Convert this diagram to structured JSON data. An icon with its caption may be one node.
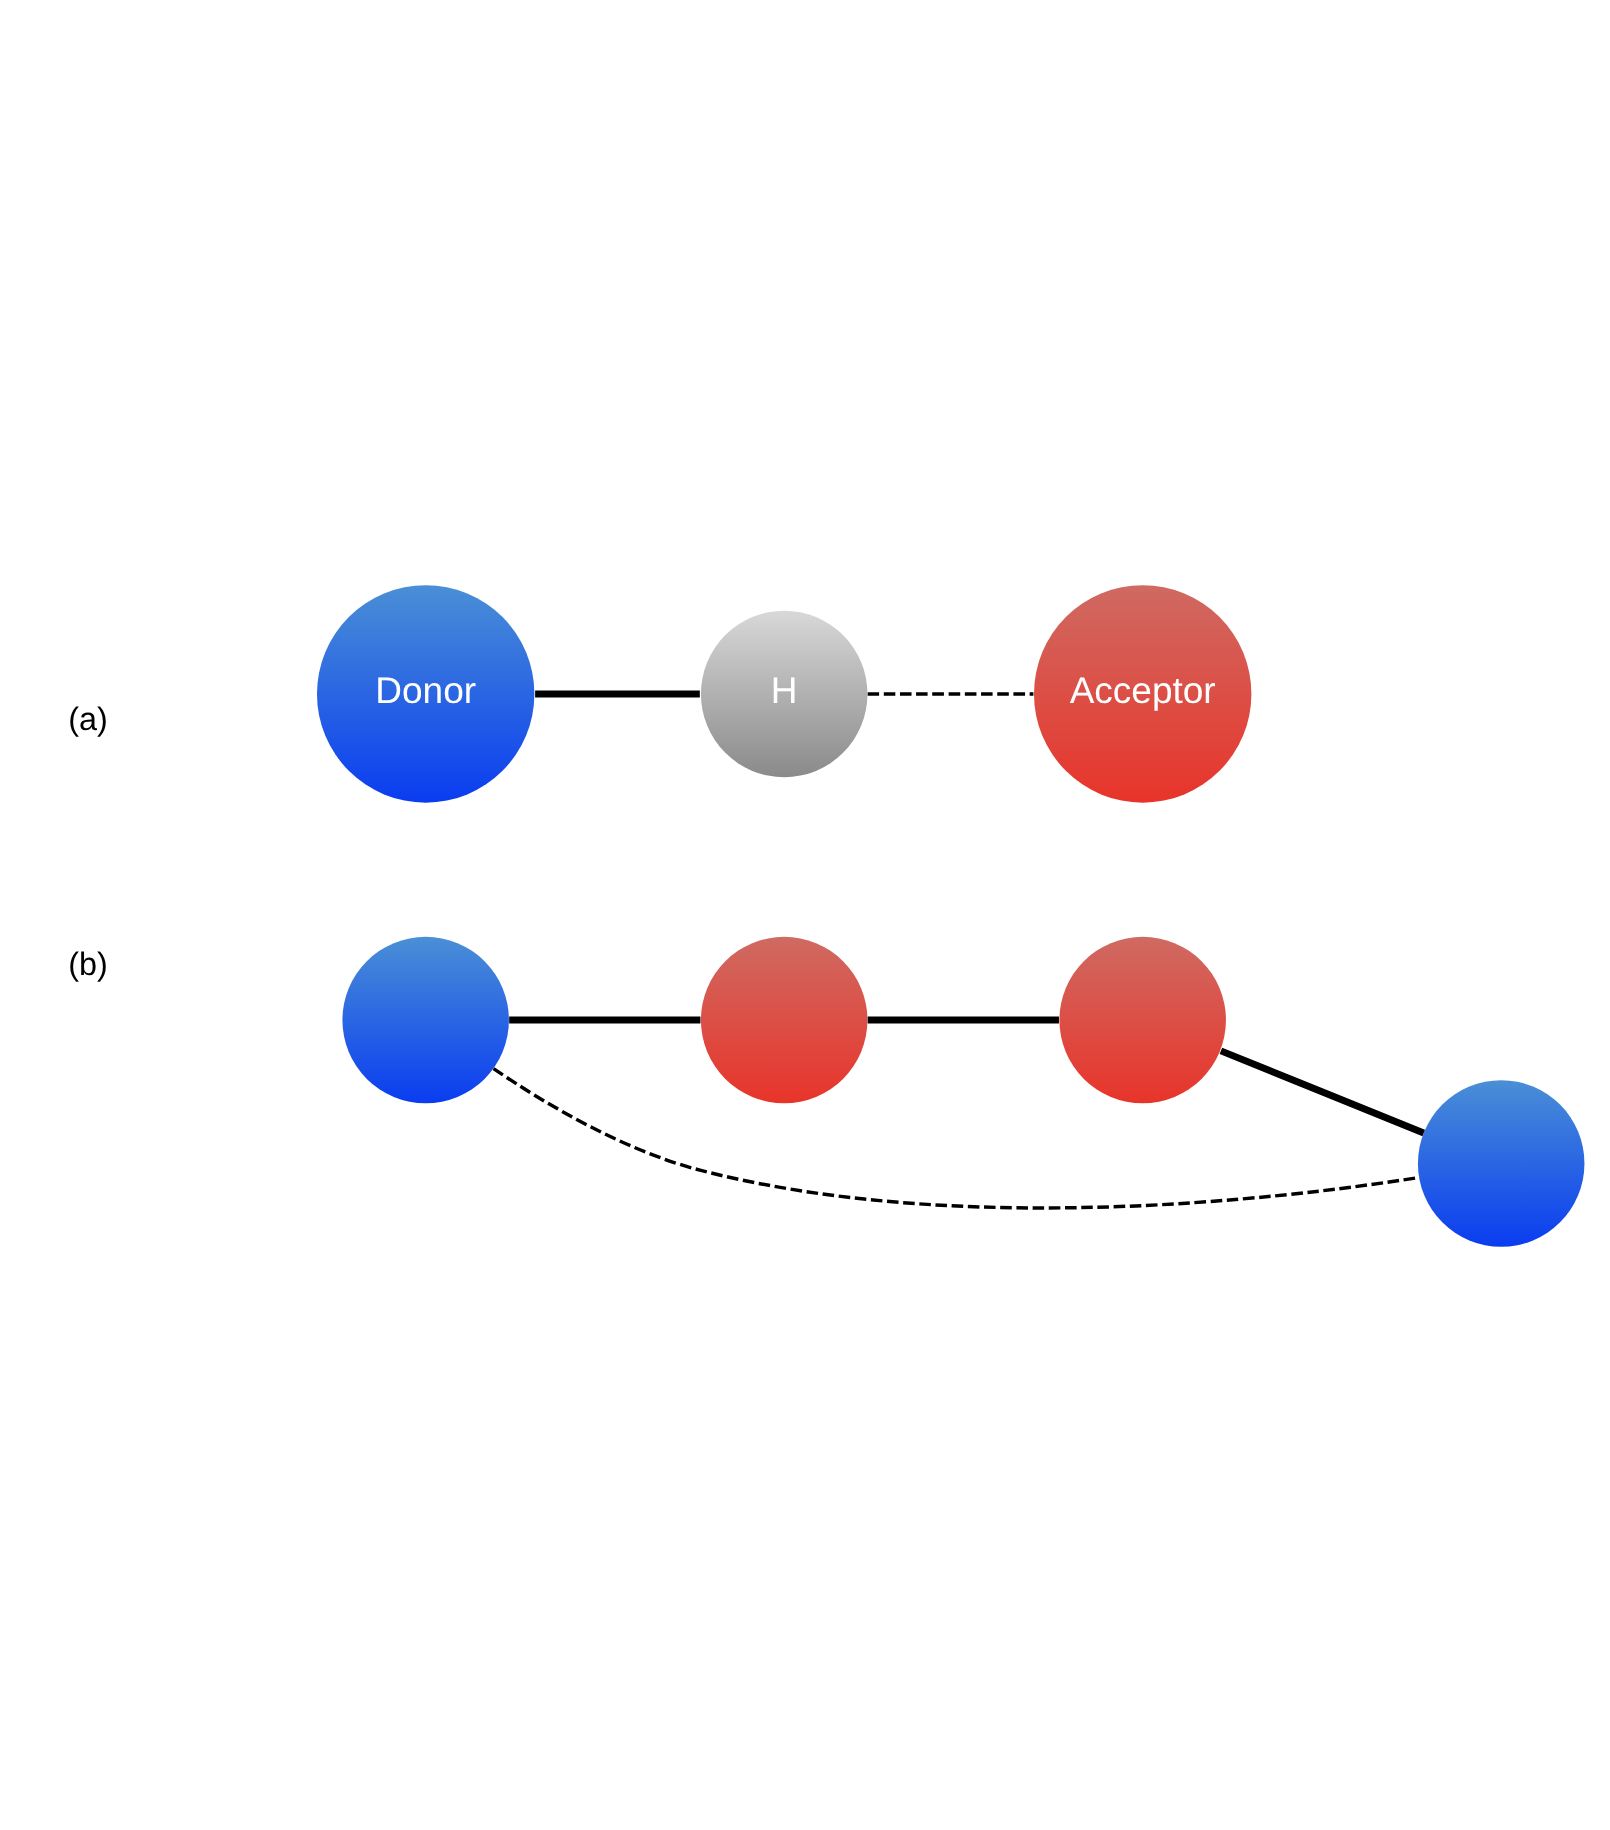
{
  "diagram": {
    "nodes": [
      {
        "text": [
          "Donor"
        ]
      },
      {
        "text": [
          "H"
        ]
      },
      {
        "text": [
          "Acceptor"
        ]
      },
      {
        "text": [],
        "shape": "circle"
      },
      {
        "text": [],
        "shape": "circle"
      },
      {
        "text": [],
        "shape": "circle"
      },
      {
        "text": [],
        "shape": "circle"
      }
    ],
    "edges": [
      {
        "from": 0,
        "to": 1,
        "arrow": "none"
      },
      {
        "from": 1,
        "to": 2,
        "arrow": "none",
        "style": "dashed"
      },
      {
        "from": 3,
        "to": 4,
        "arrow": "none"
      },
      {
        "from": 4,
        "to": 5,
        "arrow": "none"
      },
      {
        "from": 5,
        "to": 6,
        "arrow": "none"
      },
      {
        "from": 3,
        "to": 6,
        "arrow": "none",
        "style": "dashed"
      }
    ],
    "labels": [
      "(a)",
      "(b)"
    ]
  }
}
